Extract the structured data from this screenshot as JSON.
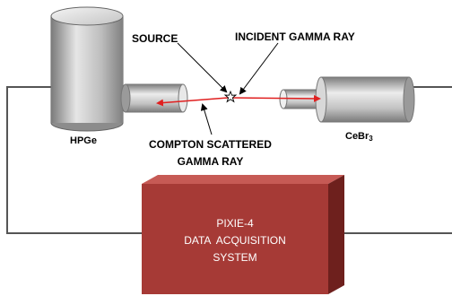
{
  "labels": {
    "source": "SOURCE",
    "incident": "INCIDENT GAMMA RAY",
    "hpge": "HPGe",
    "compton_line1": "COMPTON SCATTERED",
    "compton_line2": "GAMMA RAY",
    "cebr_base": "CeBr",
    "cebr_sub": "3"
  },
  "daq": {
    "line1": "PIXIE-4",
    "line2": "DATA  ACQUISITION",
    "line3": "SYSTEM"
  },
  "colors": {
    "ray": "#e02020",
    "box_front": "#a63a36",
    "box_top": "#c65a55",
    "box_side": "#6e201d",
    "detector": "#b8b8b8"
  },
  "icons": [
    "source-star-icon"
  ]
}
